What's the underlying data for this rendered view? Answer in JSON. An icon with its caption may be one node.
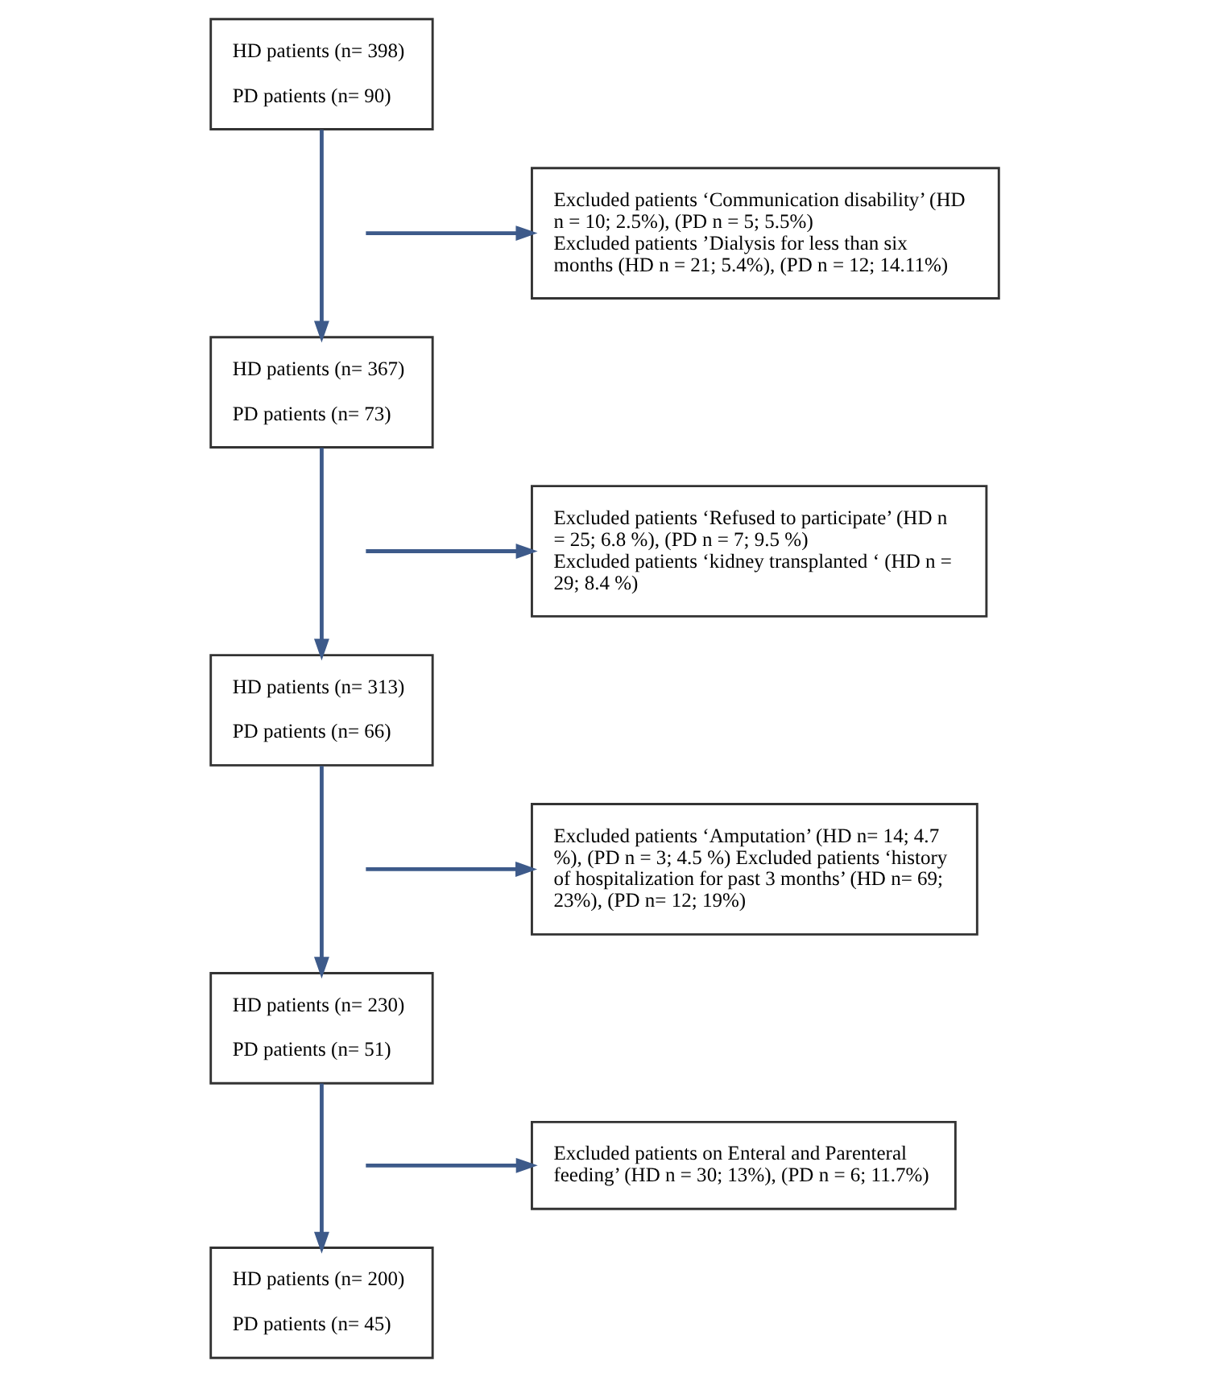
{
  "diagram": {
    "nodes": [
      {
        "text": [
          "HD patients (n= 398)",
          "PD patients (n= 90)"
        ]
      },
      {
        "text": [
          "Excluded patients ‘Communication disability’ (HD n = 10; 2.5%), (PD n = 5; 5.5%)",
          "Excluded patients ’Dialysis for less than six months (HD n = 21; 5.4%), (PD n = 12; 14.11%)"
        ]
      },
      {
        "text": [
          "HD patients (n= 367)",
          "PD patients (n= 73)"
        ]
      },
      {
        "text": [
          "Excluded patients ‘Refused to participate’ (HD n = 25; 6.8 %), (PD n = 7; 9.5 %)",
          "Excluded patients ‘kidney transplanted ‘ (HD n = 29; 8.4 %)"
        ]
      },
      {
        "text": [
          "HD patients (n= 313)",
          "PD patients (n= 66)"
        ]
      },
      {
        "text": [
          "Excluded patients ‘Amputation’ (HD n= 14; 4.7 %), (PD n = 3; 4.5 %) Excluded patients ‘history of hospitalization for past 3 months’ (HD n= 69; 23%), (PD n= 12; 19%)"
        ]
      },
      {
        "text": [
          "HD patients (n= 230)",
          "PD patients (n= 51)"
        ]
      },
      {
        "text": [
          "Excluded patients on Enteral and Parenteral feeding’ (HD n = 30; 13%), (PD n = 6; 11.7%)"
        ]
      },
      {
        "text": [
          "HD patients (n= 200)",
          "PD patients (n= 45)"
        ]
      }
    ],
    "edges": [
      {
        "from": 0,
        "to": 2,
        "arrow": "to"
      },
      {
        "from": null,
        "to": 1,
        "arrow": "to"
      },
      {
        "from": 2,
        "to": 4,
        "arrow": "to"
      },
      {
        "from": null,
        "to": 3,
        "arrow": "to"
      },
      {
        "from": 4,
        "to": 6,
        "arrow": "to"
      },
      {
        "from": null,
        "to": 5,
        "arrow": "to"
      },
      {
        "from": 6,
        "to": 8,
        "arrow": "to"
      },
      {
        "from": null,
        "to": 7,
        "arrow": "to"
      }
    ]
  }
}
